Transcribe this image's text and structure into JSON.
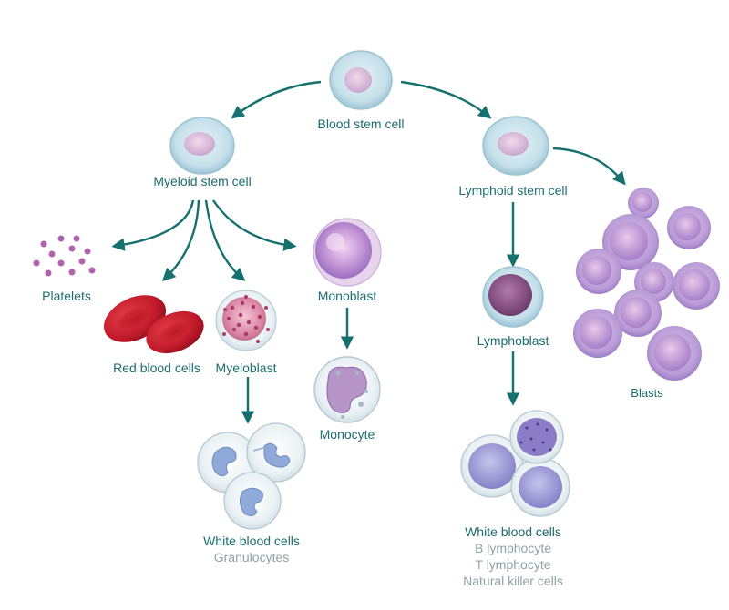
{
  "colors": {
    "arrow": "#15706e",
    "label": "#1d6e6e",
    "sublabel": "#8fa3a6",
    "stem_outer": "#cfe5ee",
    "stem_inner": "#e3c2dd",
    "blast": "#b99ad6",
    "red_cell": "#c21b2e",
    "platelet": "#b064ae"
  },
  "labels": {
    "blood_stem_cell": "Blood stem cell",
    "myeloid_stem_cell": "Myeloid stem cell",
    "lymphoid_stem_cell": "Lymphoid stem cell",
    "platelets": "Platelets",
    "red_blood_cells": "Red blood cells",
    "myeloblast": "Myeloblast",
    "monoblast": "Monoblast",
    "monocyte": "Monocyte",
    "lymphoblast": "Lymphoblast",
    "blasts": "Blasts",
    "wbc_myeloid": {
      "title": "White blood cells",
      "sub": "Granulocytes"
    },
    "wbc_lymphoid": {
      "title": "White blood cells",
      "lines": [
        "B lymphocyte",
        "T lymphocyte",
        "Natural killer cells"
      ]
    }
  }
}
